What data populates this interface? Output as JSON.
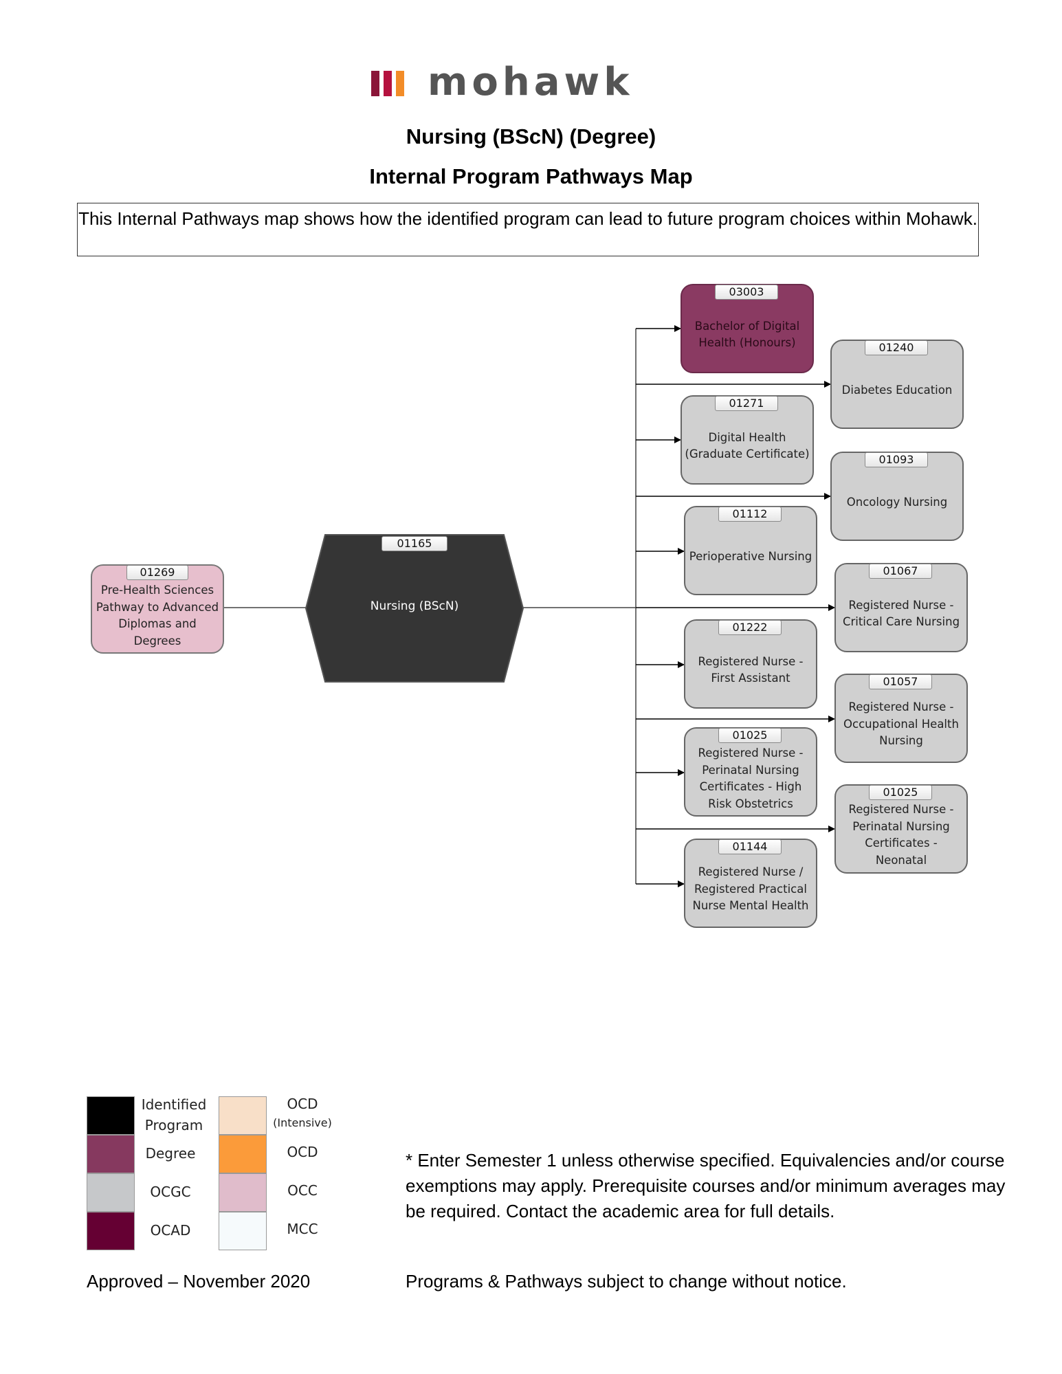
{
  "header": {
    "logo_text": "mohawk",
    "title": "Nursing (BScN) (Degree)",
    "subtitle": "Internal Program Pathways Map",
    "intro": "This Internal Pathways map shows how the identified program can lead to future program choices within Mohawk."
  },
  "pathway": {
    "prerequisite": {
      "code": "01269",
      "name": "Pre-Health Sciences Pathway to Advanced Diplomas and Degrees",
      "type": "OCC"
    },
    "identified": {
      "code": "01165",
      "name": "Nursing (BScN)",
      "type": "Identified Program"
    },
    "destinations": [
      {
        "code": "03003",
        "name": "Bachelor of Digital Health (Honours)",
        "type": "Degree"
      },
      {
        "code": "01240",
        "name": "Diabetes Education",
        "type": "OCGC"
      },
      {
        "code": "01271",
        "name": "Digital Health (Graduate Certificate)",
        "type": "OCGC"
      },
      {
        "code": "01093",
        "name": "Oncology Nursing",
        "type": "OCGC"
      },
      {
        "code": "01112",
        "name": "Perioperative Nursing",
        "type": "OCGC"
      },
      {
        "code": "01067",
        "name": "Registered Nurse - Critical Care Nursing",
        "type": "OCGC"
      },
      {
        "code": "01222",
        "name": "Registered Nurse - First Assistant",
        "type": "OCGC"
      },
      {
        "code": "01057",
        "name": "Registered Nurse - Occupational Health Nursing",
        "type": "OCGC"
      },
      {
        "code": "01025",
        "name": "Registered Nurse - Perinatal Nursing Certificates - High Risk Obstetrics",
        "type": "OCGC"
      },
      {
        "code": "01025",
        "name": "Registered Nurse - Perinatal Nursing Certificates - Neonatal",
        "type": "OCGC"
      },
      {
        "code": "01144",
        "name": "Registered Nurse / Registered Practical Nurse Mental Health",
        "type": "OCGC"
      }
    ]
  },
  "legend": [
    {
      "label": "Identified Program",
      "color": "#000000"
    },
    {
      "label": "Degree",
      "color": "#86395f"
    },
    {
      "label": "OCGC",
      "color": "#c6c8ca"
    },
    {
      "label": "OCAD",
      "color": "#650033"
    },
    {
      "label": "OCD",
      "sublabel": "(Intensive)",
      "color": "#f8dfc8"
    },
    {
      "label": "OCD",
      "color": "#fb9b3a"
    },
    {
      "label": "OCC",
      "color": "#e0bccb"
    },
    {
      "label": "MCC",
      "color": "#f6fafc"
    }
  ],
  "footer": {
    "note": "* Enter Semester 1 unless otherwise specified. Equivalencies and/or course exemptions may apply. Prerequisite courses and/or minimum averages may be required. Contact the academic area for full details.",
    "approved": "Approved – November 2020",
    "disclaimer": "Programs & Pathways subject to change without notice."
  }
}
